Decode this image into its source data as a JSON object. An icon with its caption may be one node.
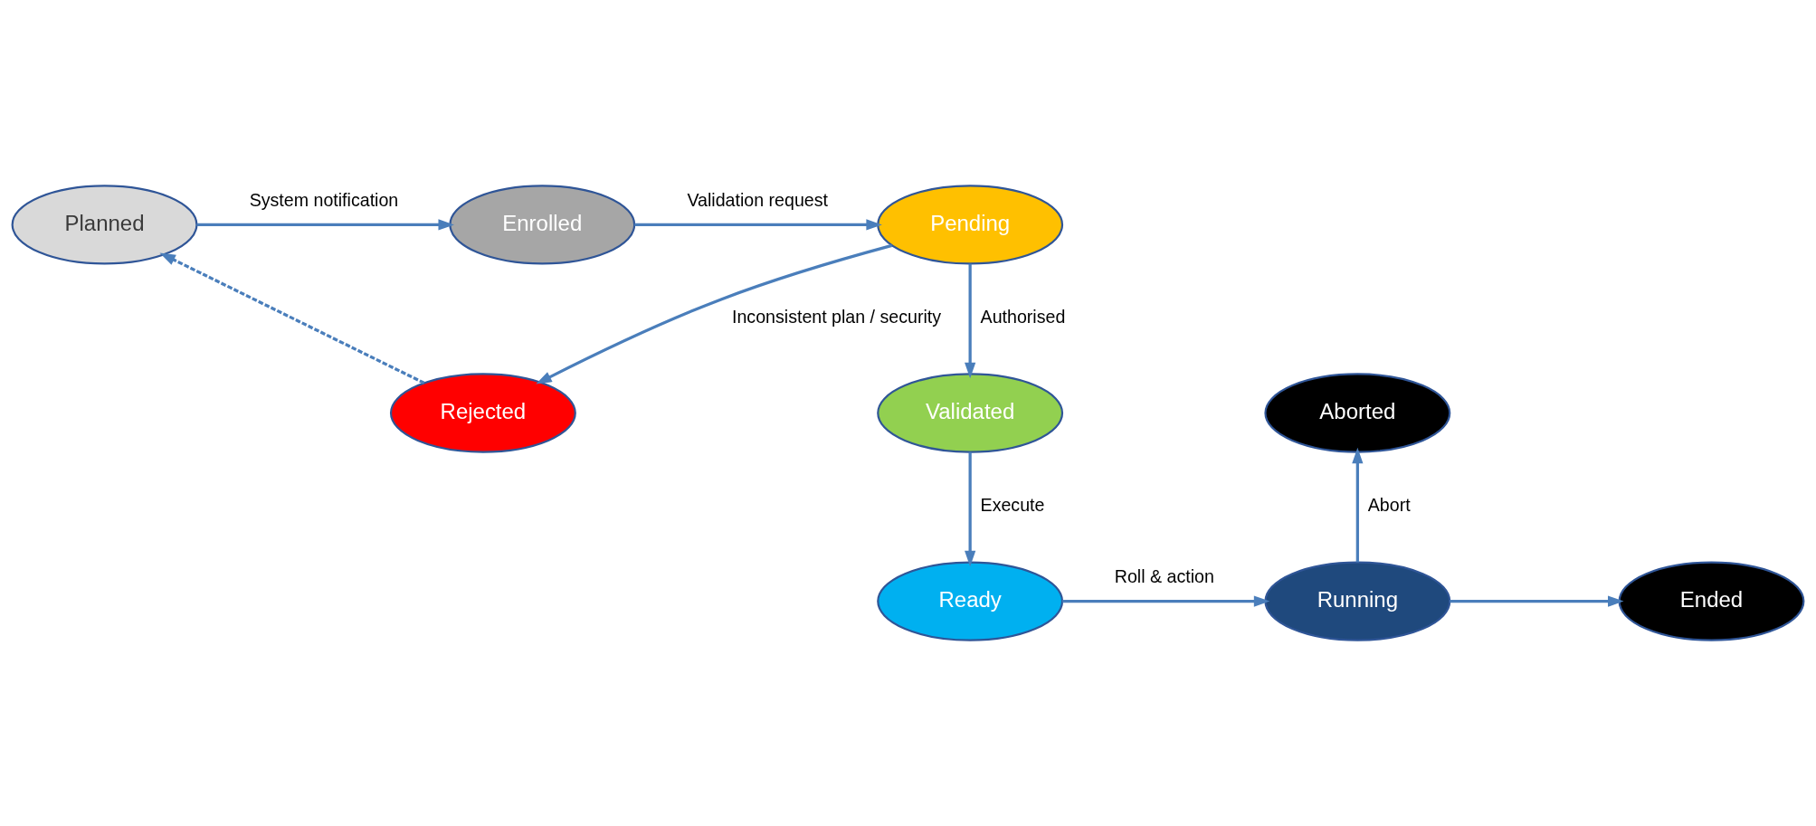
{
  "diagram": {
    "nodes": [
      {
        "text": [
          "Planned"
        ]
      },
      {
        "text": [
          "Enrolled"
        ]
      },
      {
        "text": [
          "Pending"
        ]
      },
      {
        "text": [
          "Aborted"
        ]
      },
      {
        "text": [
          "Rejected"
        ]
      },
      {
        "text": [
          "Validated"
        ]
      },
      {
        "text": [
          "Ended"
        ]
      },
      {
        "text": [
          "Running"
        ]
      },
      {
        "text": [
          "Ready"
        ]
      }
    ],
    "edges": [
      {
        "from": 0,
        "to": 1,
        "arrow": "to",
        "label": "System notification"
      },
      {
        "from": 1,
        "to": 2,
        "arrow": "to",
        "label": "Validation request"
      },
      {
        "from": 2,
        "to": 4,
        "arrow": "to",
        "label": "Inconsistent plan / security"
      },
      {
        "from": 2,
        "to": 5,
        "arrow": "to",
        "label": "Authorised"
      },
      {
        "from": 4,
        "to": 0,
        "arrow": "to",
        "style": "dashed"
      },
      {
        "from": 5,
        "to": 8,
        "arrow": "to",
        "label": "Execute"
      },
      {
        "from": 8,
        "to": 7,
        "arrow": "to",
        "label": "Roll & action"
      },
      {
        "from": 7,
        "to": 3,
        "arrow": "to",
        "label": "Abort"
      },
      {
        "from": 7,
        "to": 6,
        "arrow": "to"
      }
    ]
  }
}
